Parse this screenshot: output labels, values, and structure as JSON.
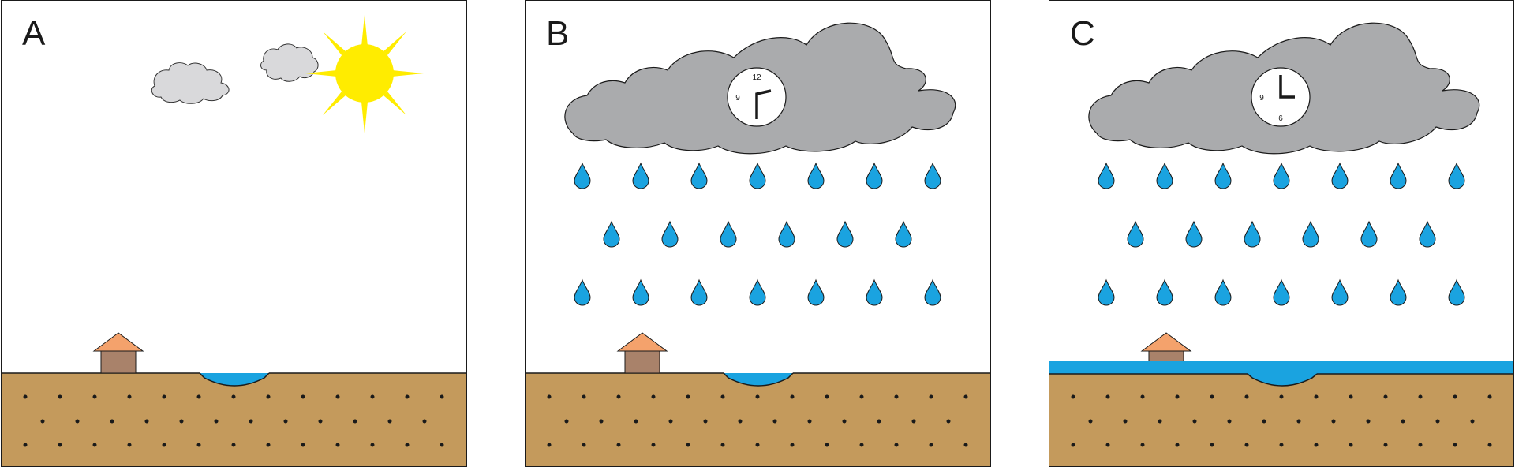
{
  "panels": [
    {
      "label": "A",
      "weather": "sunny",
      "clock": null,
      "flooded": false,
      "icons": [
        "sun-icon",
        "cloud-icon",
        "house-icon",
        "puddle-icon",
        "ground-icon"
      ]
    },
    {
      "label": "B",
      "weather": "rain",
      "clock": {
        "numbers": [
          "12",
          "9"
        ]
      },
      "flooded": false,
      "icons": [
        "storm-cloud-icon",
        "clock-icon",
        "raindrop-icon",
        "house-icon",
        "puddle-icon",
        "ground-icon"
      ]
    },
    {
      "label": "C",
      "weather": "rain",
      "clock": {
        "numbers": [
          "9",
          "6"
        ]
      },
      "flooded": true,
      "icons": [
        "storm-cloud-icon",
        "clock-icon",
        "raindrop-icon",
        "house-icon",
        "flood-water-icon",
        "ground-icon"
      ]
    }
  ],
  "colors": {
    "ground": "#c49a5c",
    "water": "#1aa3e0",
    "storm_cloud": "#aaabad",
    "small_cloud": "#d9d9db",
    "sun": "#ffec00",
    "roof": "#f4a26c",
    "house_wall": "#a9826a",
    "outline": "#1a1a1a"
  }
}
